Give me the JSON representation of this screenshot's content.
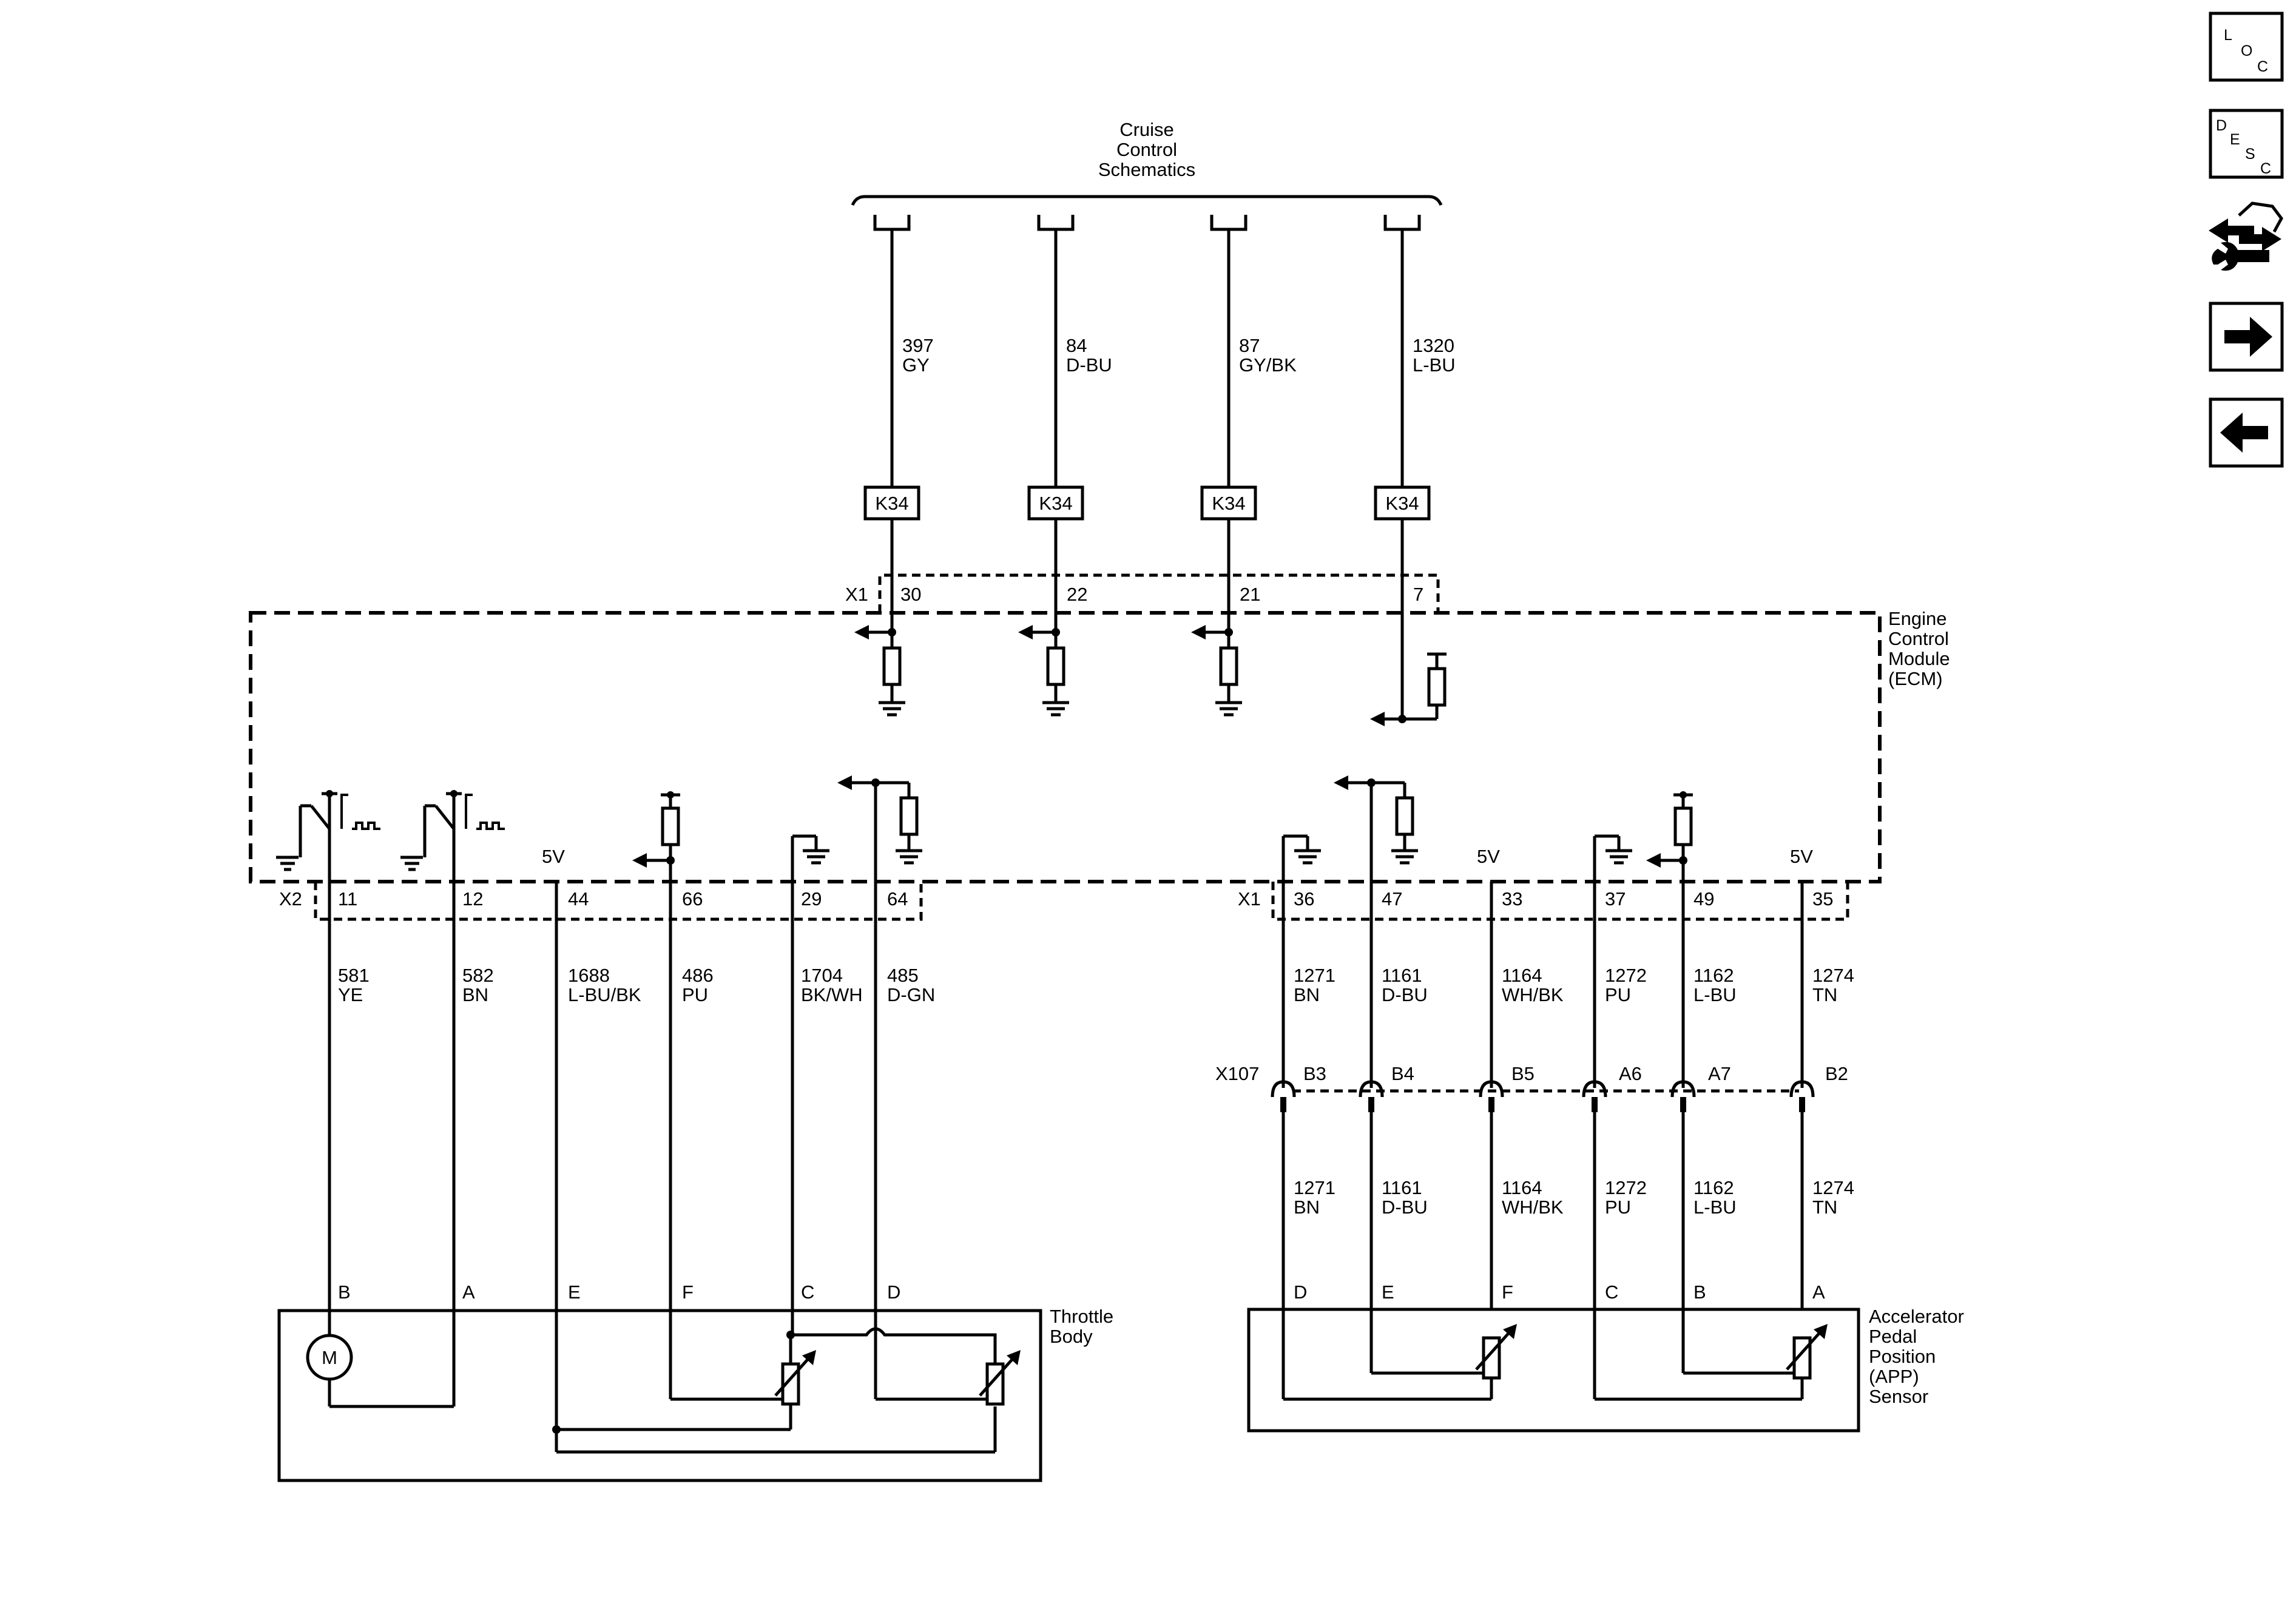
{
  "header": {
    "line1": "Cruise",
    "line2": "Control",
    "line3": "Schematics"
  },
  "top_wires": [
    {
      "circuit": "397",
      "color": "GY",
      "connector": "K34",
      "pin": "30"
    },
    {
      "circuit": "84",
      "color": "D-BU",
      "connector": "K34",
      "pin": "22"
    },
    {
      "circuit": "87",
      "color": "GY/BK",
      "connector": "K34",
      "pin": "21"
    },
    {
      "circuit": "1320",
      "color": "L-BU",
      "connector": "K34",
      "pin": "7"
    }
  ],
  "ecm": {
    "line1": "Engine",
    "line2": "Control",
    "line3": "Module",
    "line4": "(ECM)",
    "x1_top": "X1",
    "x2": "X2",
    "x1_right": "X1"
  },
  "refs": {
    "left": "5V",
    "right1": "5V",
    "right2": "5V"
  },
  "left_wires": [
    {
      "pin": "11",
      "circuit": "581",
      "color": "YE",
      "tb_pin": "B"
    },
    {
      "pin": "12",
      "circuit": "582",
      "color": "BN",
      "tb_pin": "A"
    },
    {
      "pin": "44",
      "circuit": "1688",
      "color": "L-BU/BK",
      "tb_pin": "E"
    },
    {
      "pin": "66",
      "circuit": "486",
      "color": "PU",
      "tb_pin": "F"
    },
    {
      "pin": "29",
      "circuit": "1704",
      "color": "BK/WH",
      "tb_pin": "C"
    },
    {
      "pin": "64",
      "circuit": "485",
      "color": "D-GN",
      "tb_pin": "D"
    }
  ],
  "right_wires": [
    {
      "pin": "36",
      "circuit": "1271",
      "color": "BN",
      "x107": "B3",
      "app_pin": "D"
    },
    {
      "pin": "47",
      "circuit": "1161",
      "color": "D-BU",
      "x107": "B4",
      "app_pin": "E"
    },
    {
      "pin": "33",
      "circuit": "1164",
      "color": "WH/BK",
      "x107": "B5",
      "app_pin": "F"
    },
    {
      "pin": "37",
      "circuit": "1272",
      "color": "PU",
      "x107": "A6",
      "app_pin": "C"
    },
    {
      "pin": "49",
      "circuit": "1162",
      "color": "L-BU",
      "x107": "A7",
      "app_pin": "B"
    },
    {
      "pin": "35",
      "circuit": "1274",
      "color": "TN",
      "x107": "B2",
      "app_pin": "A"
    }
  ],
  "x107_label": "X107",
  "motor_label": "M",
  "throttle_body": {
    "line1": "Throttle",
    "line2": "Body"
  },
  "app_sensor": {
    "line1": "Accelerator",
    "line2": "Pedal",
    "line3": "Position",
    "line4": "(APP)",
    "line5": "Sensor"
  },
  "nav": {
    "loc": {
      "l1": "L",
      "l2": "O",
      "l3": "C"
    },
    "desc": {
      "l1": "D",
      "l2": "E",
      "l3": "S",
      "l4": "C"
    }
  }
}
